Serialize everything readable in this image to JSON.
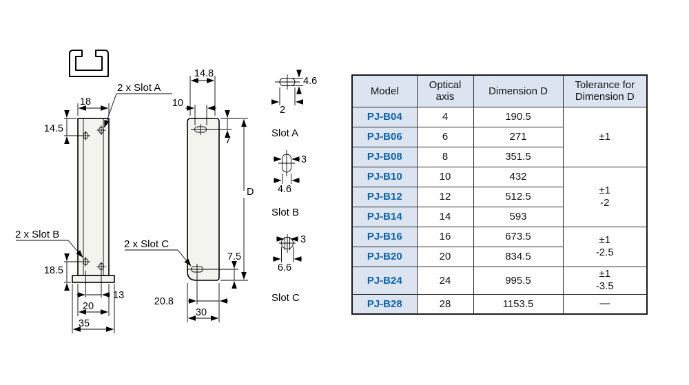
{
  "drawings": {
    "front": {
      "dim_width_top": "18",
      "dim_slot_a_pos": "14.5",
      "callout_slot_a": "2 x Slot A",
      "callout_slot_b": "2 x Slot B",
      "dim_slot_b_pos": "18.5",
      "dim_slot_pitch": "13",
      "dim_width_inner": "20",
      "dim_width_full": "35"
    },
    "side": {
      "dim_width_top": "14.8",
      "dim_slot_len": "10",
      "dim_slot_top_pos": "7",
      "dim_height": "D",
      "callout_slot_c": "2 x Slot C",
      "dim_slot_c_pos": "7.5",
      "dim_slot_c_inset": "20.8",
      "dim_width_full": "30"
    },
    "slot_a": {
      "label": "Slot A",
      "dim_len": "4.6",
      "dim_width": "2"
    },
    "slot_b": {
      "label": "Slot B",
      "dim_width": "3",
      "dim_len": "4.6"
    },
    "slot_c": {
      "label": "Slot C",
      "dim_slot_width": "3",
      "dim_dia": "6.6"
    }
  },
  "table": {
    "headers": [
      "Model",
      "Optical axis",
      "Dimension D",
      "Tolerance for Dimension D"
    ],
    "rows": [
      {
        "model": "PJ-B04",
        "optical_axis": "4",
        "dimension_d": "190.5"
      },
      {
        "model": "PJ-B06",
        "optical_axis": "6",
        "dimension_d": "271"
      },
      {
        "model": "PJ-B08",
        "optical_axis": "8",
        "dimension_d": "351.5"
      },
      {
        "model": "PJ-B10",
        "optical_axis": "10",
        "dimension_d": "432"
      },
      {
        "model": "PJ-B12",
        "optical_axis": "12",
        "dimension_d": "512.5"
      },
      {
        "model": "PJ-B14",
        "optical_axis": "14",
        "dimension_d": "593"
      },
      {
        "model": "PJ-B16",
        "optical_axis": "16",
        "dimension_d": "673.5"
      },
      {
        "model": "PJ-B20",
        "optical_axis": "20",
        "dimension_d": "834.5"
      },
      {
        "model": "PJ-B24",
        "optical_axis": "24",
        "dimension_d": "995.5"
      },
      {
        "model": "PJ-B28",
        "optical_axis": "28",
        "dimension_d": "1153.5"
      }
    ],
    "tolerance_groups": [
      {
        "value": "±1"
      },
      {
        "value": "±1\n-2"
      },
      {
        "value": "±1\n-2.5"
      },
      {
        "value": "±1\n-3.5"
      },
      {
        "value": "—"
      }
    ],
    "colors": {
      "header_bg": "#dbe4f0",
      "model_text": "#0b62ab",
      "border": "#1a1a1a"
    }
  }
}
